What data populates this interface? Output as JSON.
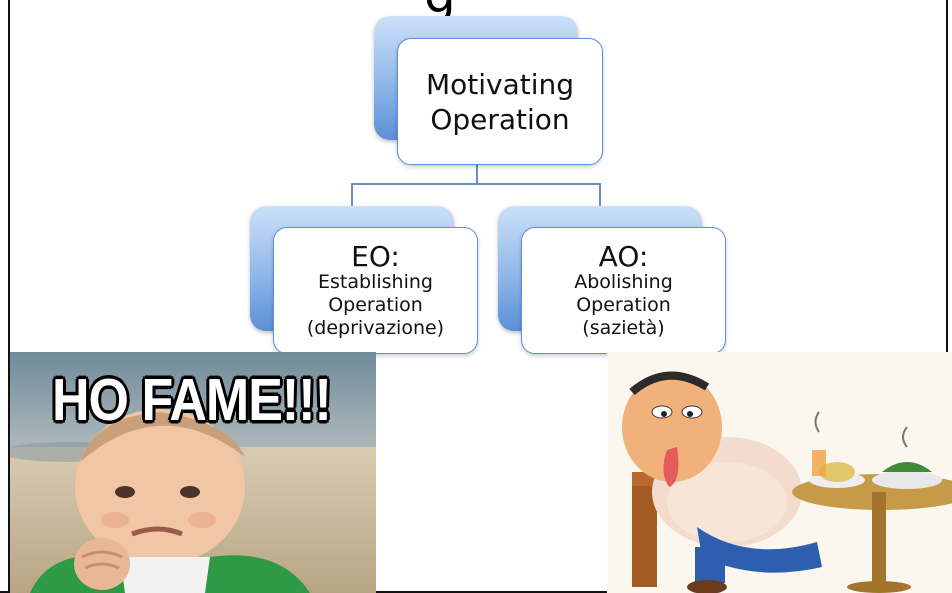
{
  "slide": {
    "title_fragment": "g"
  },
  "diagram": {
    "root": {
      "line1": "Motivating",
      "line2": "Operation"
    },
    "left": {
      "head": "EO:",
      "line1": "Establishing",
      "line2": "Operation",
      "line3": "(deprivazione)"
    },
    "right": {
      "head": "AO:",
      "line1": "Abolishing",
      "line2": "Operation",
      "line3": "(sazietà)"
    }
  },
  "images": {
    "left_meme": {
      "caption": "HO FAME!!!"
    },
    "right_cartoon": {}
  },
  "colors": {
    "node_gradient_top": "#cde0f7",
    "node_gradient_bottom": "#5b8fd6",
    "node_border": "#5b8fd6",
    "connector": "#6b8fc4"
  }
}
